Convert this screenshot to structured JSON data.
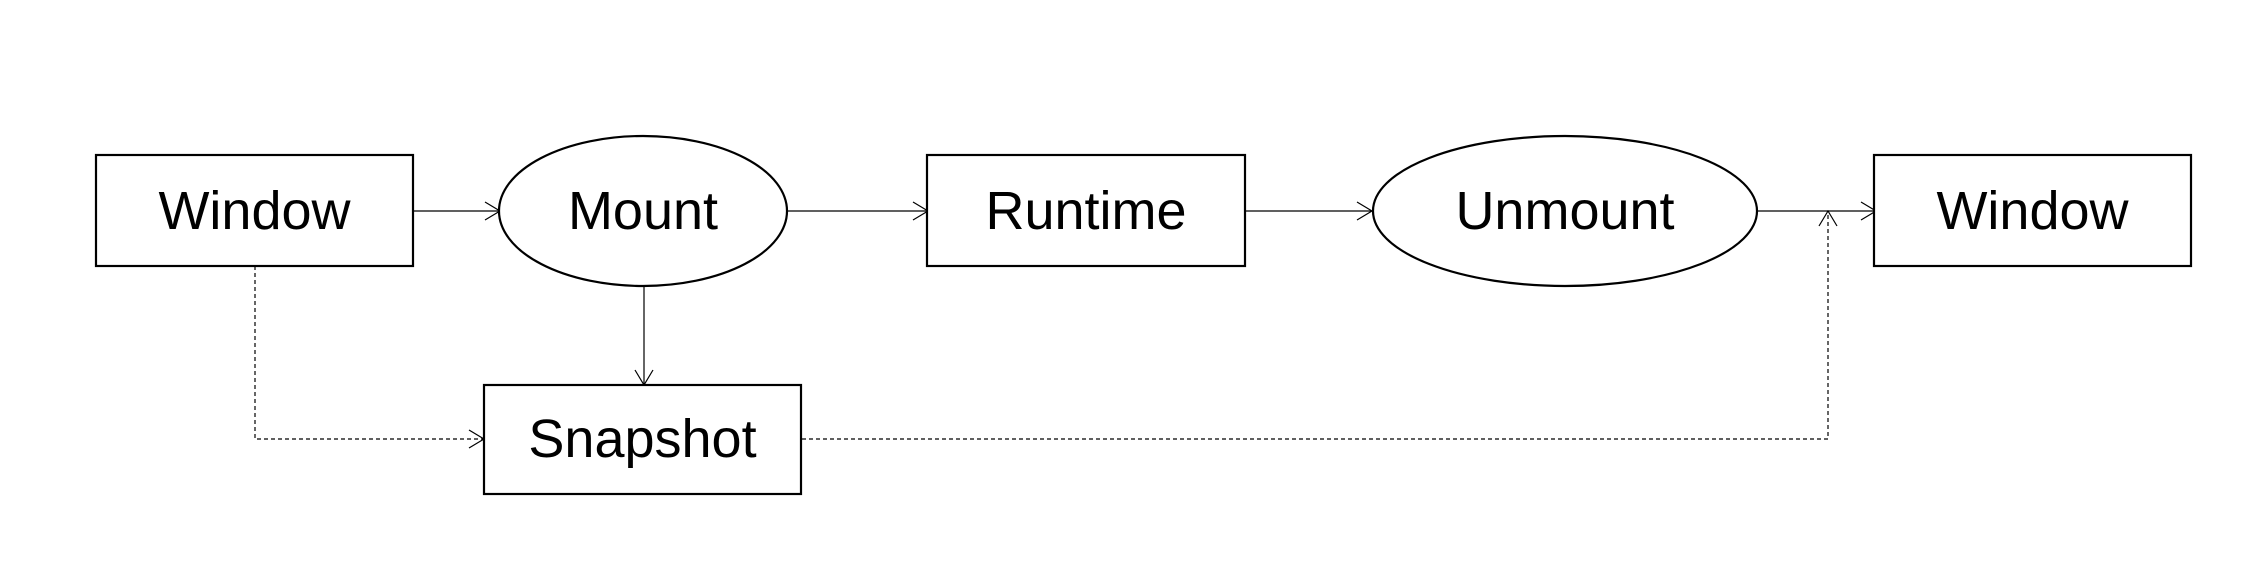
{
  "diagram": {
    "nodes": {
      "window_start": {
        "label": "Window",
        "shape": "rectangle"
      },
      "mount": {
        "label": "Mount",
        "shape": "ellipse"
      },
      "runtime": {
        "label": "Runtime",
        "shape": "rectangle"
      },
      "unmount": {
        "label": "Unmount",
        "shape": "ellipse"
      },
      "window_end": {
        "label": "Window",
        "shape": "rectangle"
      },
      "snapshot": {
        "label": "Snapshot",
        "shape": "rectangle"
      }
    },
    "edges": [
      {
        "from": "window_start",
        "to": "mount",
        "style": "solid"
      },
      {
        "from": "mount",
        "to": "runtime",
        "style": "solid"
      },
      {
        "from": "runtime",
        "to": "unmount",
        "style": "solid"
      },
      {
        "from": "unmount",
        "to": "window_end",
        "style": "solid"
      },
      {
        "from": "mount",
        "to": "snapshot",
        "style": "solid"
      },
      {
        "from": "window_start",
        "to": "snapshot",
        "style": "dashed"
      },
      {
        "from": "snapshot",
        "to": "unmount-window_end-edge",
        "style": "dashed"
      }
    ],
    "colors": {
      "stroke": "#000000",
      "fill": "#ffffff",
      "text": "#000000"
    }
  }
}
